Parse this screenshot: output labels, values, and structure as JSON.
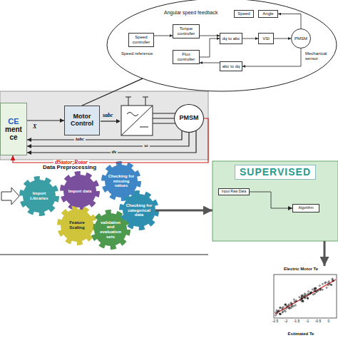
{
  "diagram": {
    "nodes": [
      {
        "text": [
          "Angular speed feedback"
        ]
      },
      {
        "text": [
          "Speed controller"
        ],
        "in": 0
      },
      {
        "text": [
          "Torque controller"
        ],
        "in": 0
      },
      {
        "text": [
          "Flux controller"
        ],
        "in": 0
      },
      {
        "text": [
          "dq to abc"
        ],
        "in": 0
      },
      {
        "text": [
          "VSI"
        ],
        "in": 0
      },
      {
        "text": [
          "PMSM"
        ],
        "in": 0
      },
      {
        "text": [
          "Speed"
        ],
        "in": 0
      },
      {
        "text": [
          "Angle"
        ],
        "in": 0
      },
      {
        "text": [
          "abc to dq"
        ],
        "in": 0
      },
      {
        "text": [
          "CE",
          "ment ce"
        ]
      },
      {
        "text": [
          "Motor Control"
        ]
      },
      {
        "text": [
          "PMSM"
        ]
      },
      {
        "text": [
          "Import Libraries"
        ]
      },
      {
        "text": [
          "Import data"
        ]
      },
      {
        "text": [
          "Checking for missing values"
        ]
      },
      {
        "text": [
          "Checking for categorical data"
        ]
      },
      {
        "text": [
          "Feature Scaling"
        ]
      },
      {
        "text": [
          "validation and evaluation sets"
        ]
      },
      {
        "text": [
          "SUPERVISED"
        ]
      },
      {
        "text": [
          "Input Raw Data"
        ],
        "in": 19
      },
      {
        "text": [
          "Algorithm"
        ],
        "in": 19
      },
      {
        "text": [
          "Electric Motor Te",
          "Estimated Te"
        ]
      }
    ],
    "edges": [
      {
        "from": 1,
        "to": 2,
        "arrow": "to"
      },
      {
        "from": 2,
        "to": 4,
        "arrow": "to"
      },
      {
        "from": 3,
        "to": 4,
        "arrow": "to"
      },
      {
        "from": 4,
        "to": 5,
        "arrow": "to"
      },
      {
        "from": 5,
        "to": 6,
        "arrow": "to"
      },
      {
        "from": 6,
        "to": 9,
        "arrow": "to"
      },
      {
        "from": 9,
        "to": 3,
        "arrow": "to"
      },
      {
        "from": 6,
        "to": 8,
        "arrow": "to"
      },
      {
        "from": 0,
        "to": 11,
        "arrow": "none"
      },
      {
        "from": 10,
        "to": 11,
        "arrow": "to"
      },
      {
        "from": 12,
        "to": 10,
        "arrow": "to",
        "label": "iabc"
      },
      {
        "from": 12,
        "to": 10,
        "arrow": "to",
        "label": "ω"
      },
      {
        "from": 12,
        "to": 10,
        "arrow": "to",
        "label": "ϑε"
      },
      {
        "from": 12,
        "to": 10,
        "arrow": "to",
        "label": "ϑStator;Rotor"
      },
      {
        "from": 16,
        "to": 19,
        "arrow": "to"
      },
      {
        "from": 19,
        "to": 22,
        "arrow": "to"
      },
      {
        "from": 20,
        "to": 21,
        "arrow": "to"
      }
    ],
    "labels": [
      "Speed reference",
      "Mechanical sensor",
      "sabc",
      "X",
      "Data Preprocessing",
      "-2.5",
      "-2",
      "-1.5",
      "-1",
      "-0.5",
      "0"
    ]
  }
}
